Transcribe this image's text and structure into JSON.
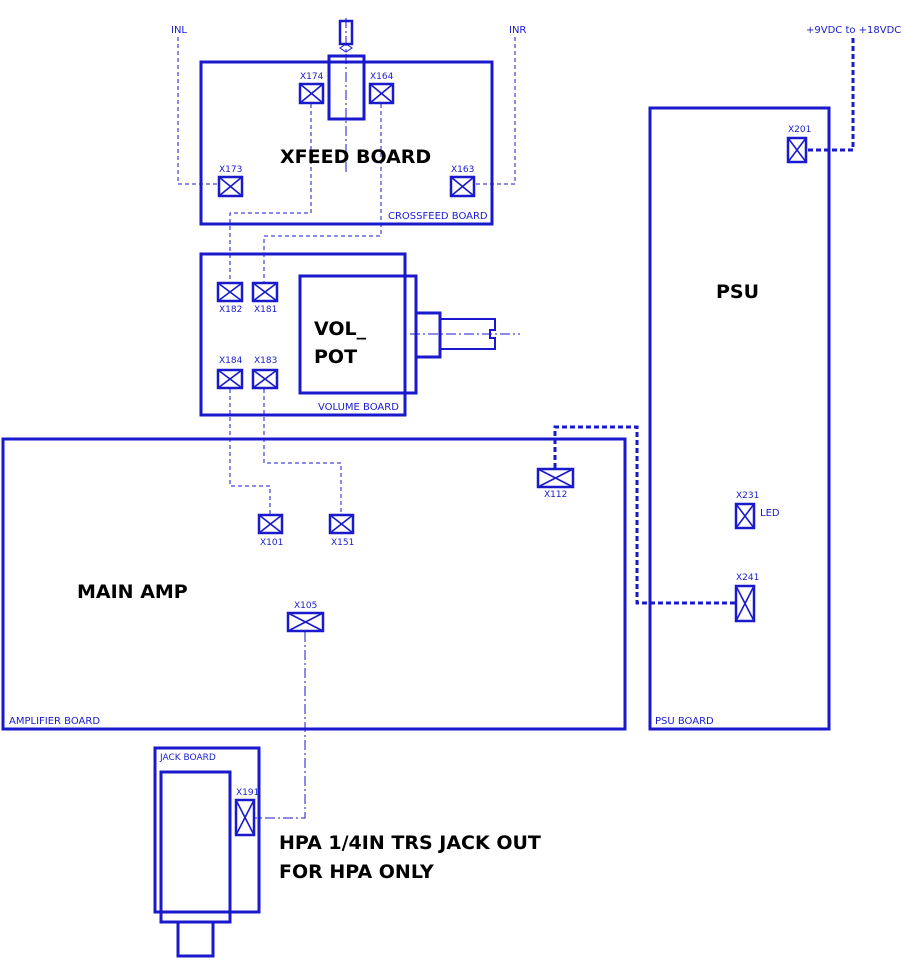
{
  "labels": {
    "xfeed_title": "XFEED BOARD",
    "crossfeed_board": "CROSSFEED BOARD",
    "inl": "INL",
    "inr": "INR",
    "psu_title": "PSU",
    "psu_board": "PSU BOARD",
    "power_input": "+9VDC to +18VDC",
    "vol_line1": "VOL_",
    "vol_line2": "POT",
    "volume_board": "VOLUME BOARD",
    "main_amp": "MAIN AMP",
    "amplifier_board": "AMPLIFIER BOARD",
    "jack_board": "JACK BOARD",
    "jack_out_line1": "HPA 1/4IN TRS JACK OUT",
    "jack_out_line2": "FOR HPA ONLY",
    "led": "LED"
  },
  "connectors": {
    "x174": "X174",
    "x164": "X164",
    "x173": "X173",
    "x163": "X163",
    "x182": "X182",
    "x181": "X181",
    "x184": "X184",
    "x183": "X183",
    "x101": "X101",
    "x151": "X151",
    "x112": "X112",
    "x105": "X105",
    "x191": "X191",
    "x201": "X201",
    "x231": "X231",
    "x241": "X241"
  }
}
